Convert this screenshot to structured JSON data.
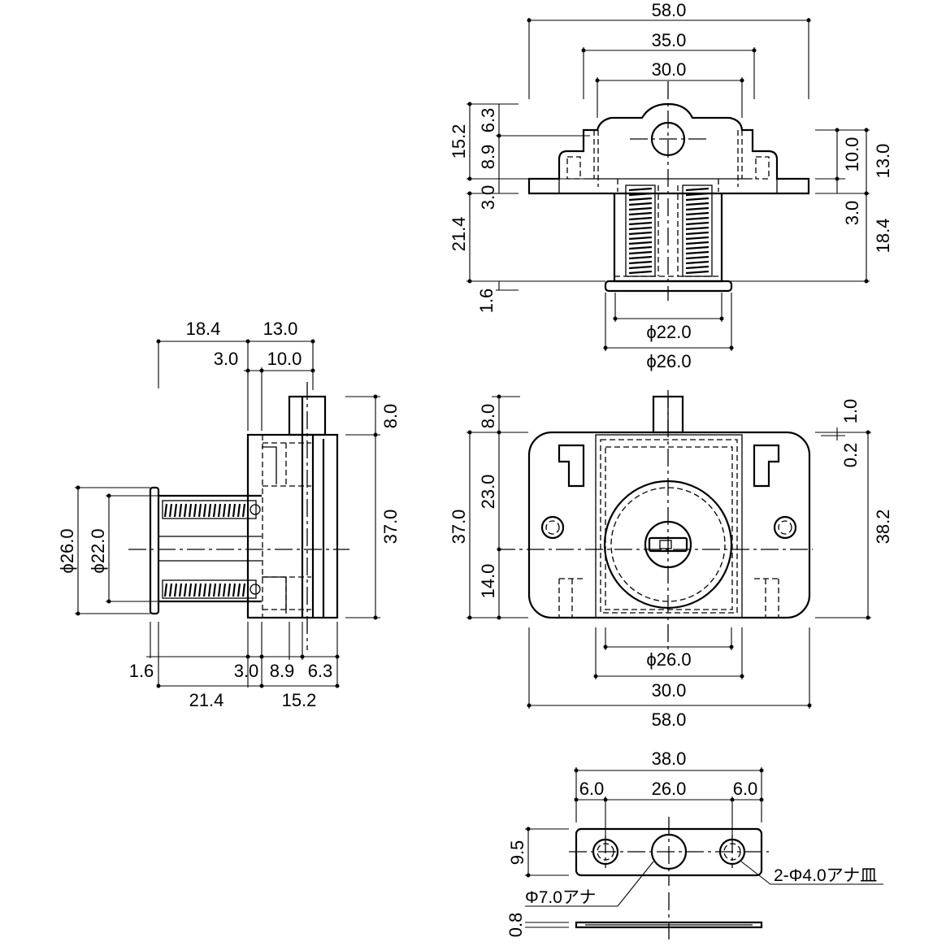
{
  "top_view": {
    "width_58": "58.0",
    "width_35": "35.0",
    "width_30": "30.0",
    "left_15_2": "15.2",
    "left_6_3": "6.3",
    "left_8_9": "8.9",
    "left_3_0": "3.0",
    "left_21_4": "21.4",
    "left_1_6": "1.6",
    "right_10_0": "10.0",
    "right_13_0": "13.0",
    "right_3_0": "3.0",
    "right_18_4": "18.4",
    "dia_22": "ϕ22.0",
    "dia_26": "ϕ26.0"
  },
  "side_view": {
    "top_18_4": "18.4",
    "top_13_0": "13.0",
    "top_3_0": "3.0",
    "top_10_0": "10.0",
    "right_8_0": "8.0",
    "right_37_0": "37.0",
    "dia_26": "ϕ26.0",
    "dia_22": "ϕ22.0",
    "bottom_1_6": "1.6",
    "bottom_3_0": "3.0",
    "bottom_8_9": "8.9",
    "bottom_6_3": "6.3",
    "bottom_21_4": "21.4",
    "bottom_15_2": "15.2"
  },
  "front_view": {
    "left_8_0": "8.0",
    "left_37_0": "37.0",
    "left_23_0": "23.0",
    "left_14_0": "14.0",
    "right_1_0": "1.0",
    "right_0_2": "0.2",
    "right_38_2": "38.2",
    "dia_26": "ϕ26.0",
    "width_30": "30.0",
    "width_58": "58.0"
  },
  "strike_plate": {
    "width_38": "38.0",
    "width_6a": "6.0",
    "width_26": "26.0",
    "width_6b": "6.0",
    "height_9_5": "9.5",
    "thick_0_8": "0.8",
    "hole_note": "Φ7.0アナ",
    "holes_note": "2-Φ4.0アナ皿"
  }
}
